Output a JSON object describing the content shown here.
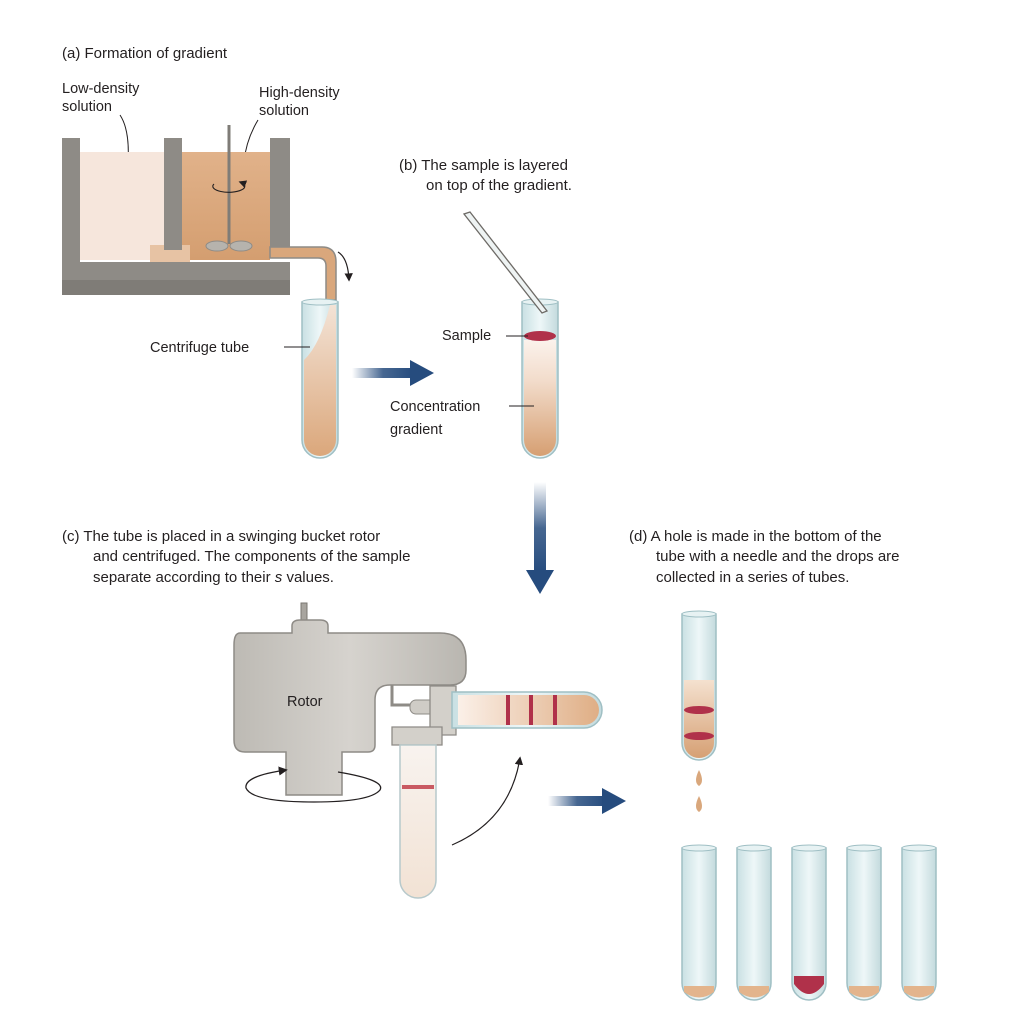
{
  "panel_a": {
    "caption": "(a)  Formation of gradient",
    "low_density_line1": "Low-density",
    "low_density_line2": "solution",
    "high_density_line1": "High-density",
    "high_density_line2": "solution",
    "tube_label": "Centrifuge tube"
  },
  "panel_b": {
    "caption_line1": "(b)  The sample is layered",
    "caption_line2": "on top of the gradient.",
    "sample_label": "Sample",
    "gradient_line1": "Concentration",
    "gradient_line2": "gradient"
  },
  "panel_c": {
    "caption_line1": "(c)  The tube is placed in a swinging bucket rotor",
    "caption_line2": "and centrifuged. The components of the sample",
    "caption_line3_pre": "separate according to their ",
    "caption_line3_italic": "s",
    "caption_line3_post": " values.",
    "rotor_label": "Rotor"
  },
  "panel_d": {
    "caption_line1": "(d)  A hole is made in the bottom of the",
    "caption_line2": "tube with a needle and the drops are",
    "caption_line3": "collected in a series of tubes."
  },
  "colors": {
    "wall": "#8e8b86",
    "low_density": "#f6e6dc",
    "high_density": "#d9a77c",
    "gradient_dark": "#d6a174",
    "sample": "#b0314a",
    "glass": "#dcecee",
    "arrow": "#264c7e"
  }
}
